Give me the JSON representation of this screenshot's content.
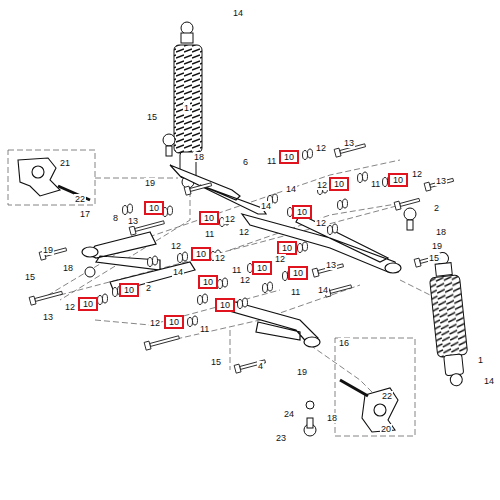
{
  "diagram": {
    "nodes": [
      {
        "text": [
          "10"
        ]
      },
      {
        "text": [
          "10"
        ]
      },
      {
        "text": [
          "10"
        ]
      },
      {
        "text": [
          "10"
        ]
      },
      {
        "text": [
          "10"
        ]
      },
      {
        "text": [
          "10"
        ]
      },
      {
        "text": [
          "10"
        ]
      },
      {
        "text": [
          "10"
        ]
      },
      {
        "text": [
          "10"
        ]
      },
      {
        "text": [
          "10"
        ]
      },
      {
        "text": [
          "10"
        ]
      },
      {
        "text": [
          "10"
        ]
      },
      {
        "text": [
          "10"
        ]
      },
      {
        "text": [
          "10"
        ]
      },
      {
        "text": [
          "10"
        ]
      }
    ],
    "edges": [],
    "labels": [
      "14",
      "1",
      "15",
      "18",
      "21",
      "6",
      "11",
      "12",
      "13",
      "19",
      "14",
      "12",
      "11",
      "12",
      "13",
      "22",
      "17",
      "8",
      "13",
      "2",
      "12",
      "14",
      "12",
      "11",
      "12",
      "18",
      "19",
      "15",
      "18",
      "12",
      "14",
      "2",
      "12",
      "11",
      "12",
      "13",
      "11",
      "12",
      "14",
      "19",
      "15",
      "13",
      "12",
      "12",
      "11",
      "15",
      "4",
      "19",
      "24",
      "18",
      "23",
      "16",
      "22",
      "20",
      "1",
      "14"
    ]
  }
}
